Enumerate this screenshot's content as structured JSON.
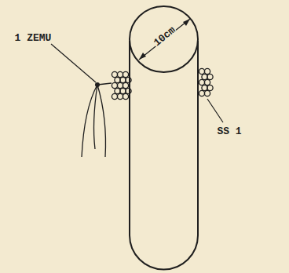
{
  "diagram": {
    "labels": [
      "10cm",
      "1 ZEMU",
      "SS 1"
    ]
  }
}
